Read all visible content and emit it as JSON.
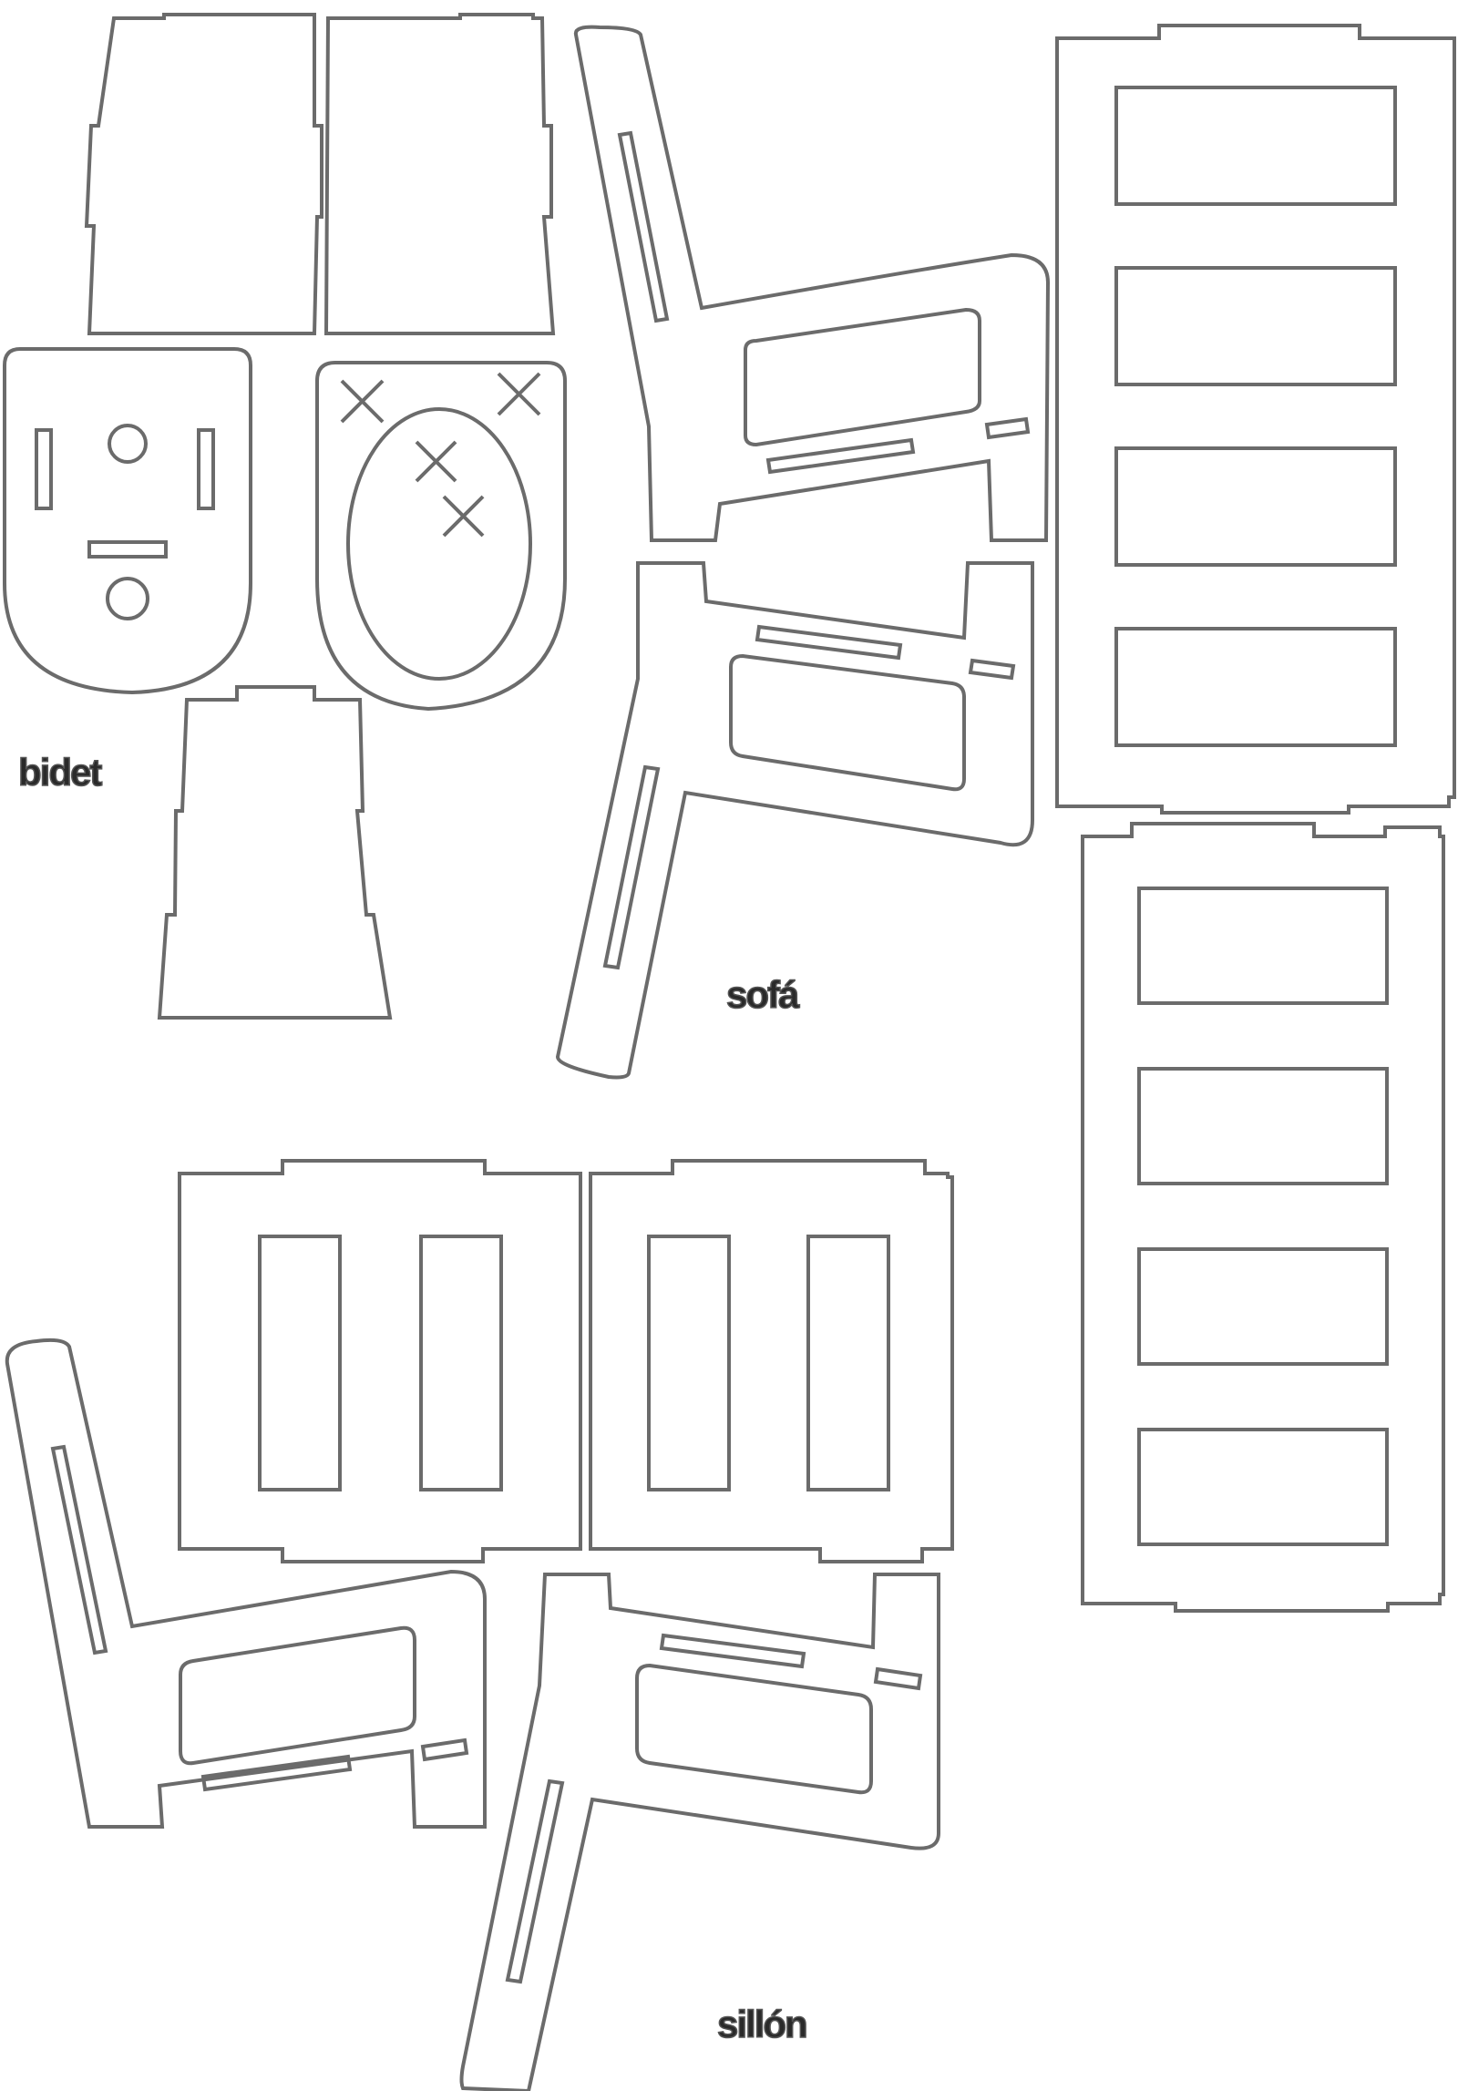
{
  "labels": {
    "bidet": "bidet",
    "sofa": "sofá",
    "sillon": "sillón"
  },
  "colors": {
    "stroke": "#6b6b6b",
    "label": "#2a2a2a",
    "background": "#ffffff"
  }
}
